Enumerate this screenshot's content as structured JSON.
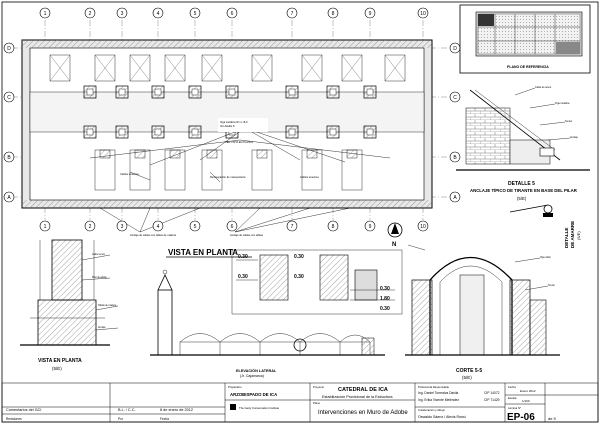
{
  "grid": {
    "columns": [
      "1",
      "2",
      "3",
      "4",
      "5",
      "6",
      "7",
      "8",
      "9",
      "10"
    ],
    "rows": [
      "D",
      "C",
      "B",
      "A"
    ]
  },
  "labels": {
    "reference_plan": "PLANO DE REFERENCIA",
    "plan_title": "VISTA EN PLANTA",
    "north": "N",
    "detail_plan_title": "VISTA EN PLANTA",
    "detail_plan_scale": "(5/E)",
    "elevation_title": "ELEVACIÓN LATERAL",
    "elevation_sub": "(Jr. Cajamarca)",
    "section_title": "CORTE 5-5",
    "section_scale": "(5/E)",
    "detail5_title": "DETALLE 5",
    "detail5_sub": "ANCLAJE TÍPICO DE TIRANTE EN BASE DEL PILAR",
    "detail5_scale": "(5/E)",
    "detail_amarre": "DETALLE",
    "detail_amarre_sub": "DE AMARRE",
    "detail_amarre_scale": "(5/E)",
    "dim_030": "0.30",
    "dim_180": "1.80"
  },
  "title_block": {
    "owner_label": "Propietario",
    "owner": "ARZOBISPADO DE ICA",
    "sponsor": "The Getty Conservation Institute",
    "project_label": "Proyecto",
    "project": "CATEDRAL DE ICA",
    "project_sub": "Estabilización Provisional de la Estructura",
    "plan_label": "Plano",
    "plan_name": "Intervenciones en Muro de Adobe",
    "professionals_label": "Profesional Responsable",
    "eng1": "Ing. Daniel Torrealva Dávila",
    "eng1_cip": "CIP 14072",
    "eng2": "Ing. Erika Vicente Meléndez",
    "eng2_cip": "CIP 71429",
    "collab_label": "Colaboración y dibujo",
    "collab": "Oswaldo Sáenz / Alexis Rossi",
    "date_label": "Fecha",
    "date": "Enero 2012",
    "scale_label": "Escala",
    "scale": "1/100",
    "sheet_label": "Lámina N°",
    "sheet": "EP-06",
    "sheet_of": "de 9",
    "comments": "Comentarios del GCI",
    "revisions": "Revisiones",
    "rev_by": "B.L. / C.C.",
    "rev_date": "8 de enero de 2012",
    "rev_por": "Por",
    "rev_fecha": "Fecha"
  }
}
